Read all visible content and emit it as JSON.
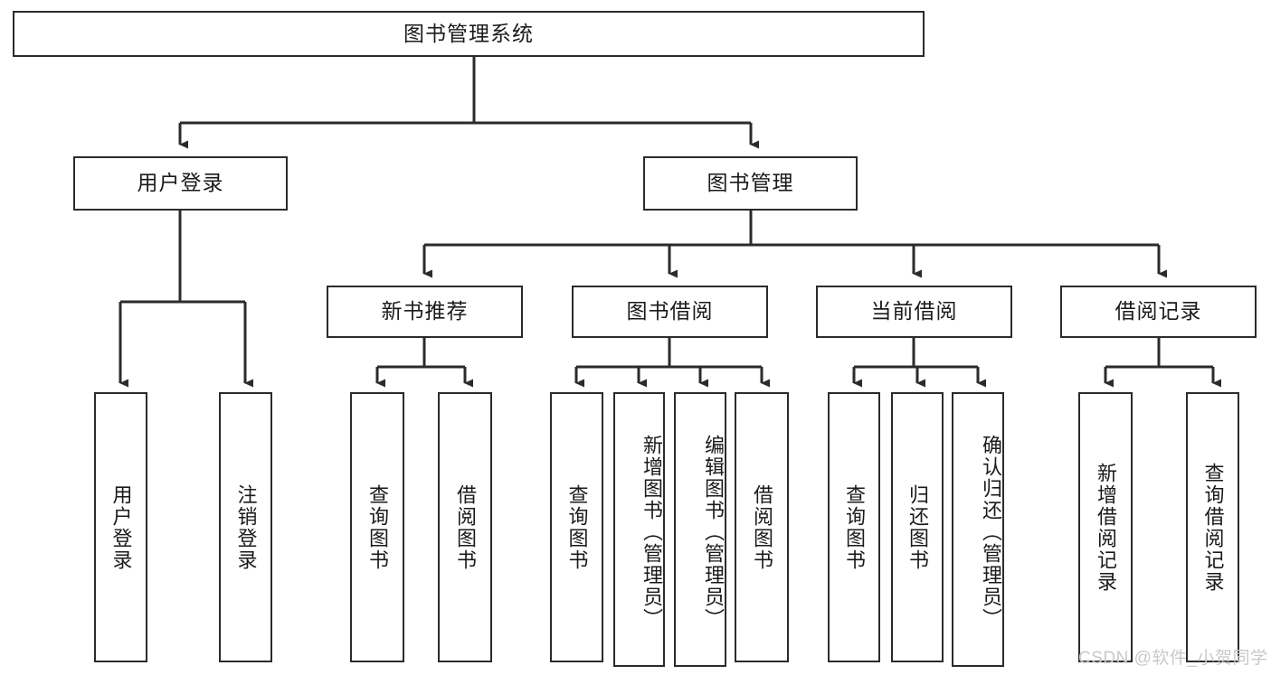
{
  "diagram": {
    "type": "tree",
    "title": "图书管理系统",
    "root": {
      "label": "图书管理系统"
    },
    "level2": [
      {
        "label": "用户登录"
      },
      {
        "label": "图书管理"
      }
    ],
    "level3": [
      {
        "label": "新书推荐"
      },
      {
        "label": "图书借阅"
      },
      {
        "label": "当前借阅"
      },
      {
        "label": "借阅记录"
      }
    ],
    "leaves": [
      {
        "label": "用户登录",
        "parent": "用户登录"
      },
      {
        "label": "注销登录",
        "parent": "用户登录"
      },
      {
        "label": "查询图书",
        "parent": "新书推荐"
      },
      {
        "label": "借阅图书",
        "parent": "新书推荐"
      },
      {
        "label": "查询图书",
        "parent": "图书借阅"
      },
      {
        "label": "新增图书（管理员）",
        "parent": "图书借阅"
      },
      {
        "label": "编辑图书（管理员）",
        "parent": "图书借阅"
      },
      {
        "label": "借阅图书",
        "parent": "图书借阅"
      },
      {
        "label": "查询图书",
        "parent": "当前借阅"
      },
      {
        "label": "归还图书",
        "parent": "当前借阅"
      },
      {
        "label": "确认归还（管理员）",
        "parent": "当前借阅"
      },
      {
        "label": "新增借阅记录",
        "parent": "借阅记录"
      },
      {
        "label": "查询借阅记录",
        "parent": "借阅记录"
      }
    ]
  },
  "watermark": {
    "text": "CSDN @软件_小贺同学"
  },
  "colors": {
    "stroke": "#2b2b2b",
    "text": "#1a1a1a",
    "background": "#ffffff",
    "watermark": "#c9c9c9"
  }
}
